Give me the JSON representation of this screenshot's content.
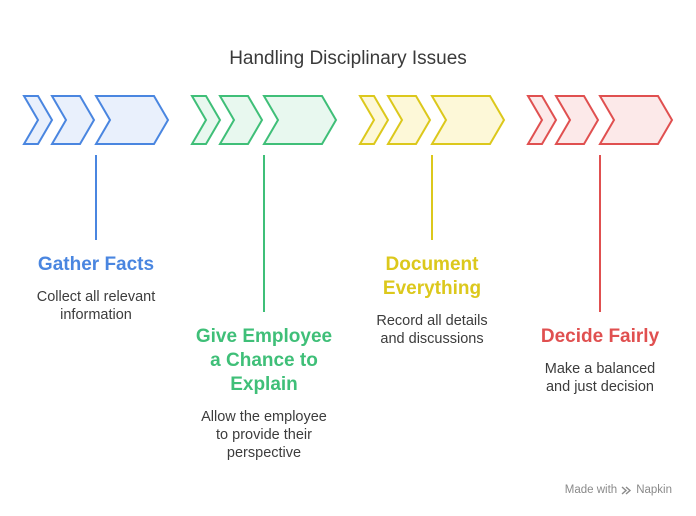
{
  "title": "Handling Disciplinary Issues",
  "steps": [
    {
      "title_lines": [
        "Gather Facts"
      ],
      "description_lines": [
        "Collect all relevant",
        "information"
      ],
      "stroke": "#4a86e0",
      "fill": "#e9f0fc",
      "text_color": "#4a86e0"
    },
    {
      "title_lines": [
        "Give Employee",
        "a Chance to",
        "Explain"
      ],
      "description_lines": [
        "Allow the employee",
        "to provide their",
        "perspective"
      ],
      "stroke": "#3fbf78",
      "fill": "#e8f8ef",
      "text_color": "#3fbf78"
    },
    {
      "title_lines": [
        "Document",
        "Everything"
      ],
      "description_lines": [
        "Record all details",
        "and discussions"
      ],
      "stroke": "#dcc81c",
      "fill": "#fdf8d8",
      "text_color": "#dcc81c"
    },
    {
      "title_lines": [
        "Decide Fairly"
      ],
      "description_lines": [
        "Make a balanced",
        "and just decision"
      ],
      "stroke": "#e05050",
      "fill": "#fce9e9",
      "text_color": "#e05050"
    }
  ],
  "credit": {
    "prefix": "Made with",
    "brand": "Napkin",
    "icon": "napkin-logo-icon"
  }
}
